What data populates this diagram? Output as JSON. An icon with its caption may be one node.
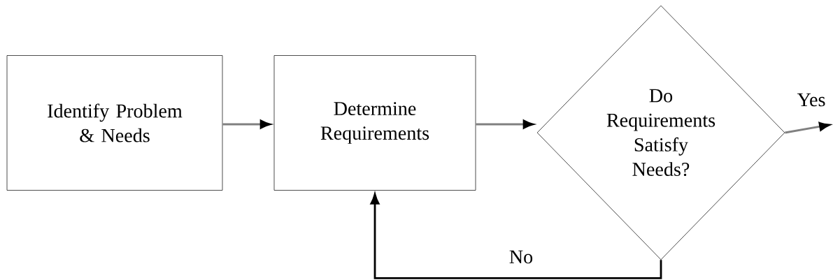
{
  "diagram": {
    "nodes": [
      {
        "text": [
          "Identify Problem & Needs"
        ]
      },
      {
        "text": [
          "Determine Requirements"
        ]
      },
      {
        "text": [
          "Do Requirements Satisfy Needs?"
        ]
      }
    ],
    "edges": [
      {
        "from": 0,
        "to": 1,
        "arrow": "to"
      },
      {
        "from": 1,
        "to": 2,
        "arrow": "to"
      },
      {
        "from": 2,
        "to": null,
        "arrow": "to",
        "label": "Yes"
      },
      {
        "from": 2,
        "to": 1,
        "arrow": "to",
        "label": "No",
        "color": "#000000"
      }
    ]
  }
}
